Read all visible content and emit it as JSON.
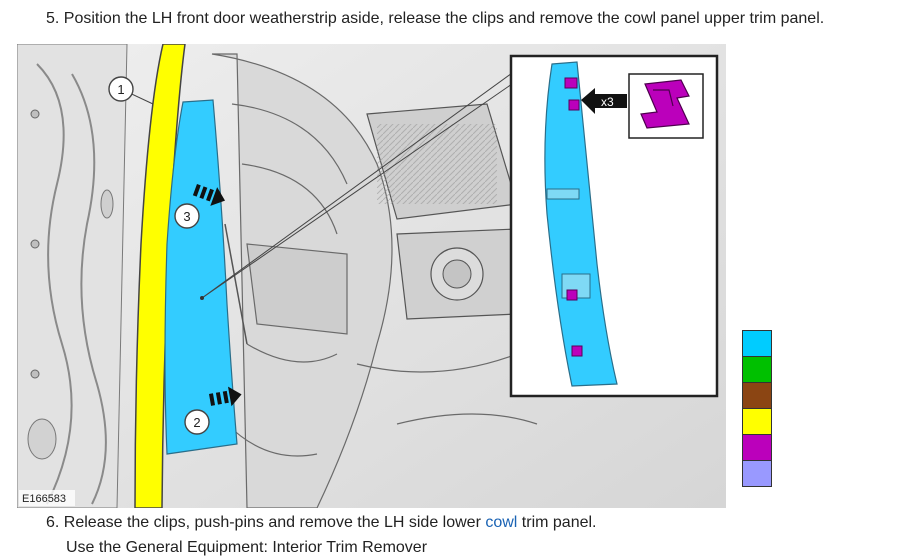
{
  "instructions": {
    "step5": "5. Position the LH front door weatherstrip aside, release the clips and remove the cowl panel upper trim panel.",
    "step6_prefix": "6. Release the clips, push-pins and remove the LH side lower ",
    "step6_link": "cowl",
    "step6_suffix": " trim panel.",
    "step6_sub": "Use the General Equipment: Interior Trim Remover"
  },
  "figure": {
    "image_id_label": "E166583",
    "callouts": [
      "1",
      "2",
      "3"
    ],
    "clip_count_label": "x3"
  },
  "legend": {
    "colors": [
      "#00ccff",
      "#00c000",
      "#8b4513",
      "#ffff00",
      "#bb00bb",
      "#9999ff"
    ]
  }
}
